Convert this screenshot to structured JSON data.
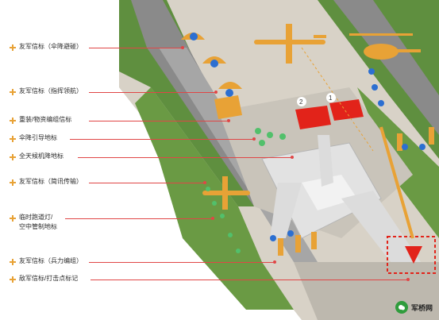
{
  "legend": [
    {
      "label": "友军信标（伞降避碰）"
    },
    {
      "label": "友军信标（指挥领航）"
    },
    {
      "label": "重装/物资编组信标"
    },
    {
      "label": "伞降引导地标"
    },
    {
      "label": "全天候机降地标"
    },
    {
      "label": "友军信标（简讯传输）"
    },
    {
      "label": "临时跑道灯/",
      "label2": "空中管制地标"
    },
    {
      "label": "友军信标（兵力编组）"
    },
    {
      "label": "敌军信标/打击点标记"
    }
  ],
  "markers": {
    "m1": "1",
    "m2": "2"
  },
  "watermark": {
    "text": "军桥网",
    "icon": "wechat-icon"
  },
  "colors": {
    "accent": "#e8a236",
    "leader": "#e04646",
    "grass": "#5c8f3c",
    "runway": "#8a8a8a",
    "terminal": "#d7d7d7",
    "beacon_blue": "#2c6fd1",
    "beacon_green": "#52c06b",
    "target_red": "#e2231a"
  }
}
